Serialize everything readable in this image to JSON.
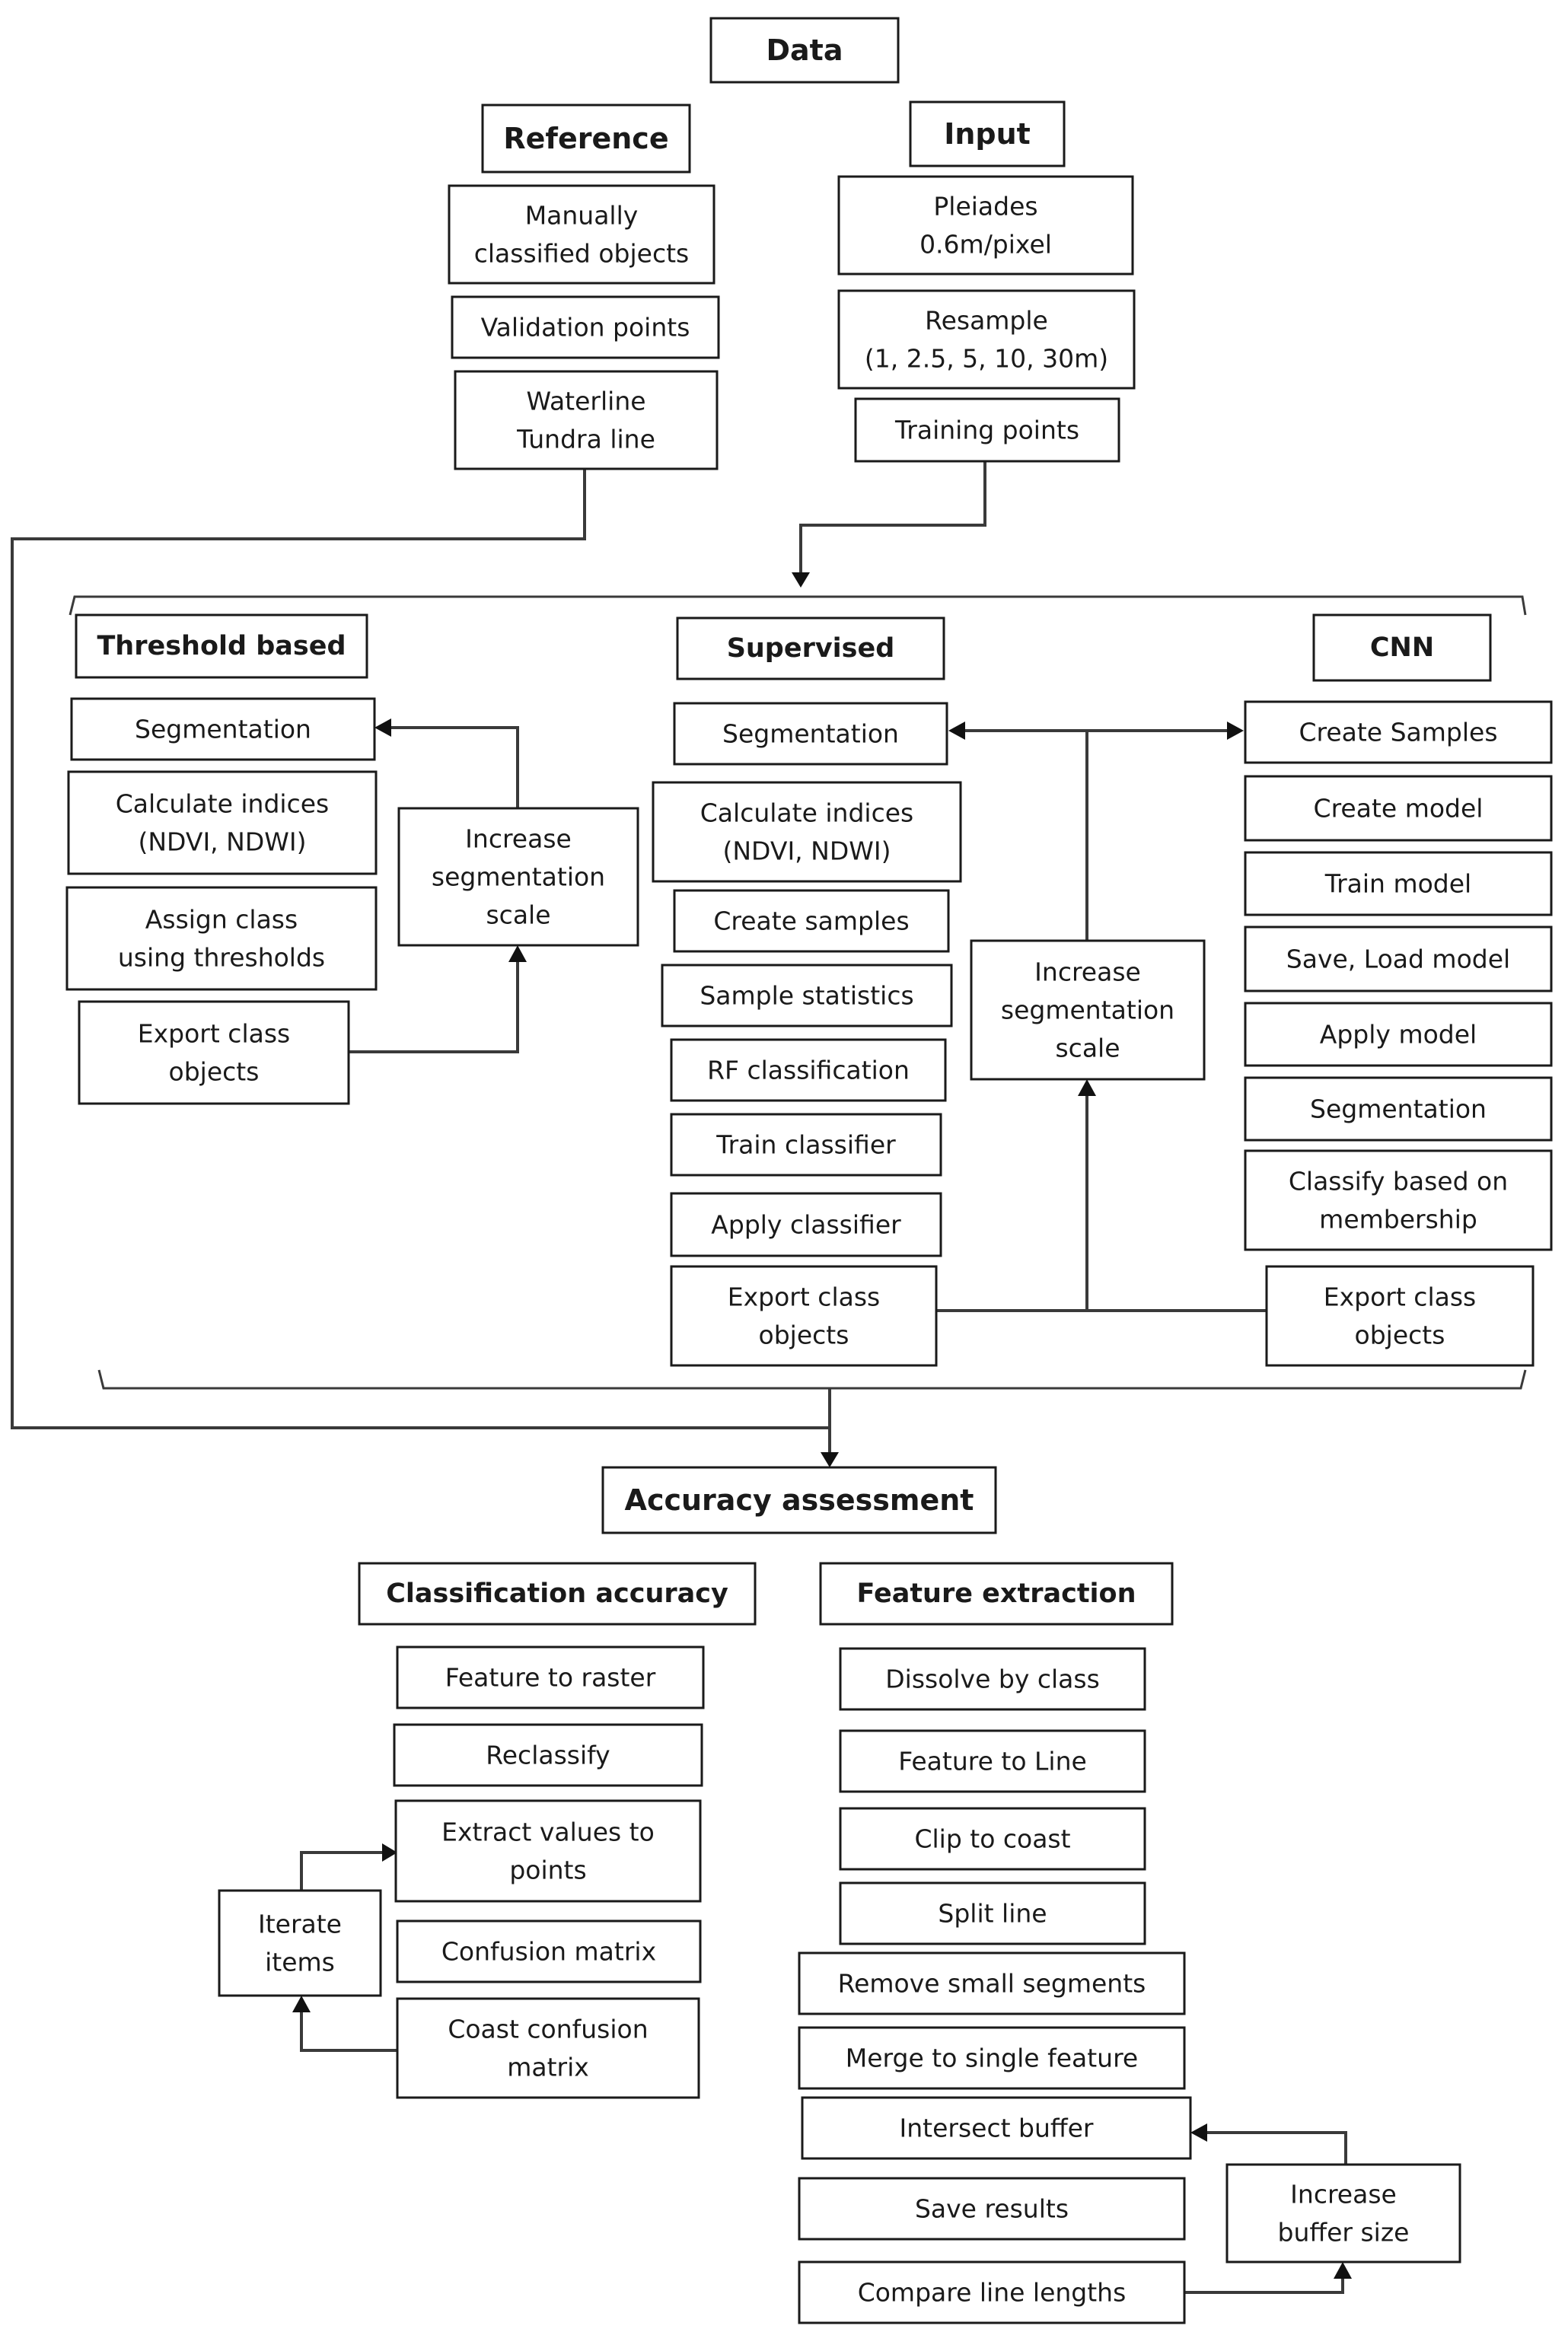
{
  "title": "Data",
  "reference": {
    "heading": "Reference",
    "items": [
      [
        "Manually",
        "classified objects"
      ],
      [
        "Validation points"
      ],
      [
        "Waterline",
        "Tundra line"
      ]
    ]
  },
  "input": {
    "heading": "Input",
    "items": [
      [
        "Pleiades",
        "0.6m/pixel"
      ],
      [
        "Resample",
        "(1, 2.5, 5, 10, 30m)"
      ],
      [
        "Training points"
      ]
    ]
  },
  "threshold": {
    "heading": "Threshold based",
    "steps": [
      [
        "Segmentation"
      ],
      [
        "Calculate indices",
        "(NDVI, NDWI)"
      ],
      [
        "Assign class",
        "using thresholds"
      ],
      [
        "Export class",
        "objects"
      ]
    ],
    "loop": [
      "Increase",
      "segmentation",
      "scale"
    ]
  },
  "supervised": {
    "heading": "Supervised",
    "steps": [
      [
        "Segmentation"
      ],
      [
        "Calculate indices",
        "(NDVI, NDWI)"
      ],
      [
        "Create samples"
      ],
      [
        "Sample statistics"
      ],
      [
        "RF classification"
      ],
      [
        "Train classifier"
      ],
      [
        "Apply classifier"
      ],
      [
        "Export class",
        "objects"
      ]
    ],
    "loop": [
      "Increase",
      "segmentation",
      "scale"
    ]
  },
  "cnn": {
    "heading": "CNN",
    "steps": [
      [
        "Create Samples"
      ],
      [
        "Create model"
      ],
      [
        "Train model"
      ],
      [
        "Save, Load model"
      ],
      [
        "Apply model"
      ],
      [
        "Segmentation"
      ],
      [
        "Classify based on",
        "membership"
      ],
      [
        "Export class",
        "objects"
      ]
    ]
  },
  "accuracy": {
    "heading": "Accuracy assessment",
    "classification": {
      "heading": "Classification accuracy",
      "steps": [
        [
          "Feature to raster"
        ],
        [
          "Reclassify"
        ],
        [
          "Extract values to",
          "points"
        ],
        [
          "Confusion matrix"
        ],
        [
          "Coast confusion",
          "matrix"
        ]
      ],
      "loop": [
        "Iterate",
        "items"
      ]
    },
    "feature": {
      "heading": "Feature extraction",
      "steps": [
        [
          "Dissolve by class"
        ],
        [
          "Feature to Line"
        ],
        [
          "Clip to coast"
        ],
        [
          "Split line"
        ],
        [
          "Remove small segments"
        ],
        [
          "Merge to single feature"
        ],
        [
          "Intersect buffer"
        ],
        [
          "Save results"
        ],
        [
          "Compare line lengths"
        ]
      ],
      "loop": [
        "Increase",
        "buffer size"
      ]
    }
  }
}
